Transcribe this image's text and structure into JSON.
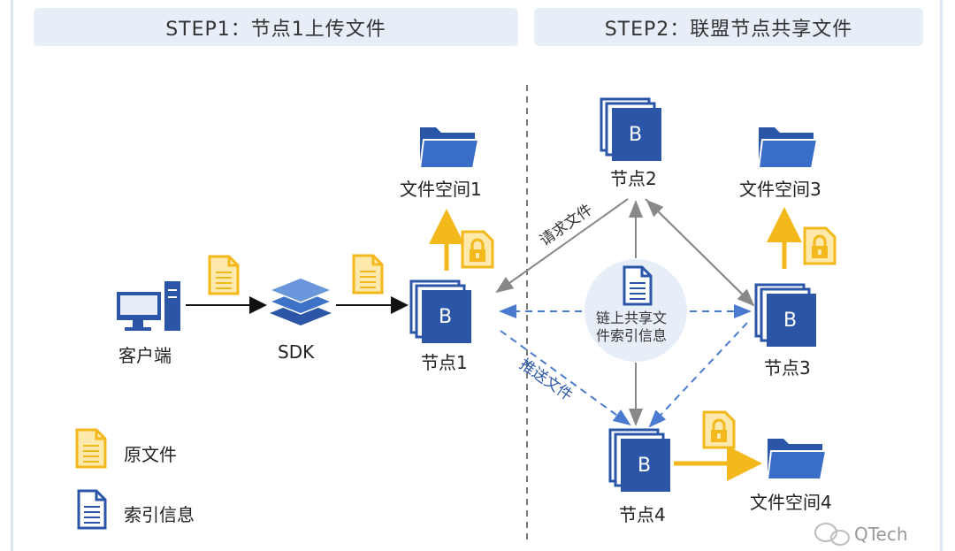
{
  "steps": {
    "step1": "STEP1：节点1上传文件",
    "step2": "STEP2：联盟节点共享文件"
  },
  "nodes": {
    "client": "客户端",
    "sdk": "SDK",
    "node1": "节点1",
    "node2": "节点2",
    "node3": "节点3",
    "node4": "节点4",
    "node_glyph": "B"
  },
  "spaces": {
    "space1": "文件空间1",
    "space3": "文件空间3",
    "space4": "文件空间4"
  },
  "arrows": {
    "request": "请求文件",
    "push": "推送文件"
  },
  "center": {
    "line1": "链上共享文",
    "line2": "件索引信息"
  },
  "legend": {
    "original": "原文件",
    "index": "索引信息"
  },
  "watermark": "QTech",
  "colors": {
    "blue": "#2b56a8",
    "gold": "#f3b81c",
    "dashed_blue": "#4a7bd0",
    "gray_arrow": "#888888"
  },
  "icons": [
    "computer-icon",
    "layers-icon",
    "folder-icon",
    "document-icon",
    "lock-icon",
    "node-icon",
    "wechat-icon"
  ]
}
